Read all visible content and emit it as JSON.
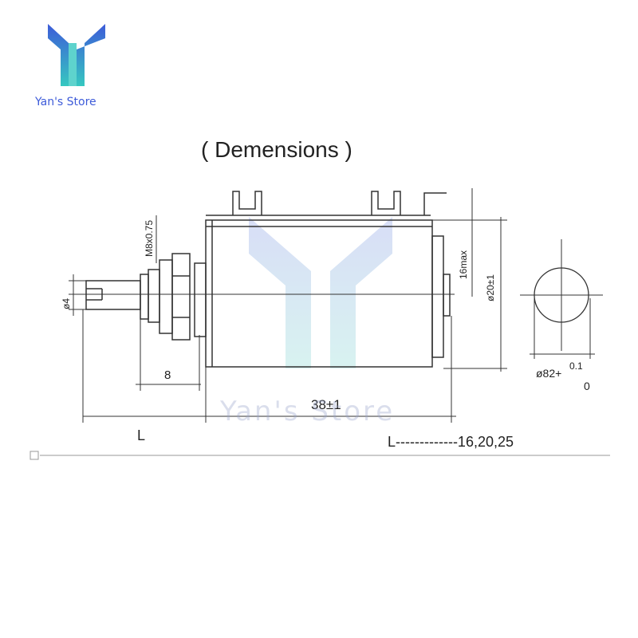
{
  "store": {
    "name": "Yan's Store",
    "watermark": "Yan's Store"
  },
  "title": "( Demensions )",
  "labels": {
    "thread": "M8x0.75",
    "shaft_dia": "ø4",
    "bush_len": "8",
    "body_len": "38±1",
    "total": "L",
    "height": "16max",
    "body_dia": "ø20±1",
    "circle_dia": "ø82+",
    "tol_upper": "0.1",
    "tol_lower": "0",
    "legend": "L-------------16,20,25"
  },
  "colors": {
    "logo_blue": "#3d5bd9",
    "logo_cyan": "#36c8c0",
    "line": "#333333"
  }
}
